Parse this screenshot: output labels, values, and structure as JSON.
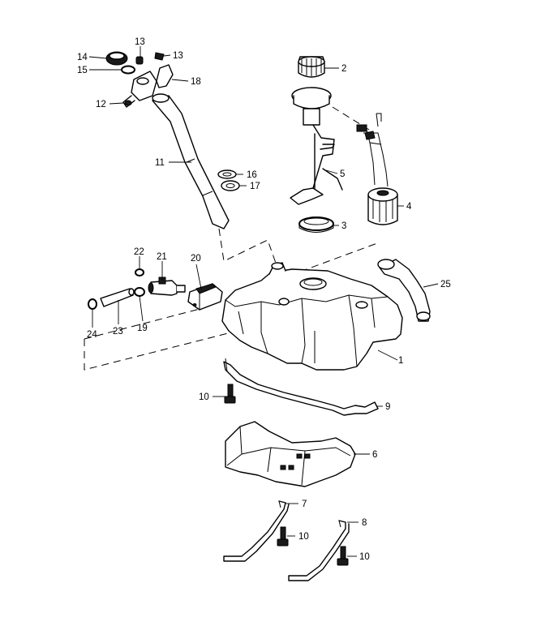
{
  "callouts": [
    {
      "id": "c1",
      "text": "1"
    },
    {
      "id": "c2",
      "text": "2"
    },
    {
      "id": "c3",
      "text": "3"
    },
    {
      "id": "c4",
      "text": "4"
    },
    {
      "id": "c5",
      "text": "5"
    },
    {
      "id": "c6",
      "text": "6"
    },
    {
      "id": "c7",
      "text": "7"
    },
    {
      "id": "c8",
      "text": "8"
    },
    {
      "id": "c9",
      "text": "9"
    },
    {
      "id": "c10a",
      "text": "10"
    },
    {
      "id": "c10b",
      "text": "10"
    },
    {
      "id": "c10c",
      "text": "10"
    },
    {
      "id": "c11",
      "text": "11"
    },
    {
      "id": "c12",
      "text": "12"
    },
    {
      "id": "c13a",
      "text": "13"
    },
    {
      "id": "c13b",
      "text": "13"
    },
    {
      "id": "c14",
      "text": "14"
    },
    {
      "id": "c15",
      "text": "15"
    },
    {
      "id": "c16",
      "text": "16"
    },
    {
      "id": "c17",
      "text": "17"
    },
    {
      "id": "c18",
      "text": "18"
    },
    {
      "id": "c19",
      "text": "19"
    },
    {
      "id": "c20",
      "text": "20"
    },
    {
      "id": "c21",
      "text": "21"
    },
    {
      "id": "c22",
      "text": "22"
    },
    {
      "id": "c23",
      "text": "23"
    },
    {
      "id": "c24",
      "text": "24"
    },
    {
      "id": "c25",
      "text": "25"
    }
  ]
}
